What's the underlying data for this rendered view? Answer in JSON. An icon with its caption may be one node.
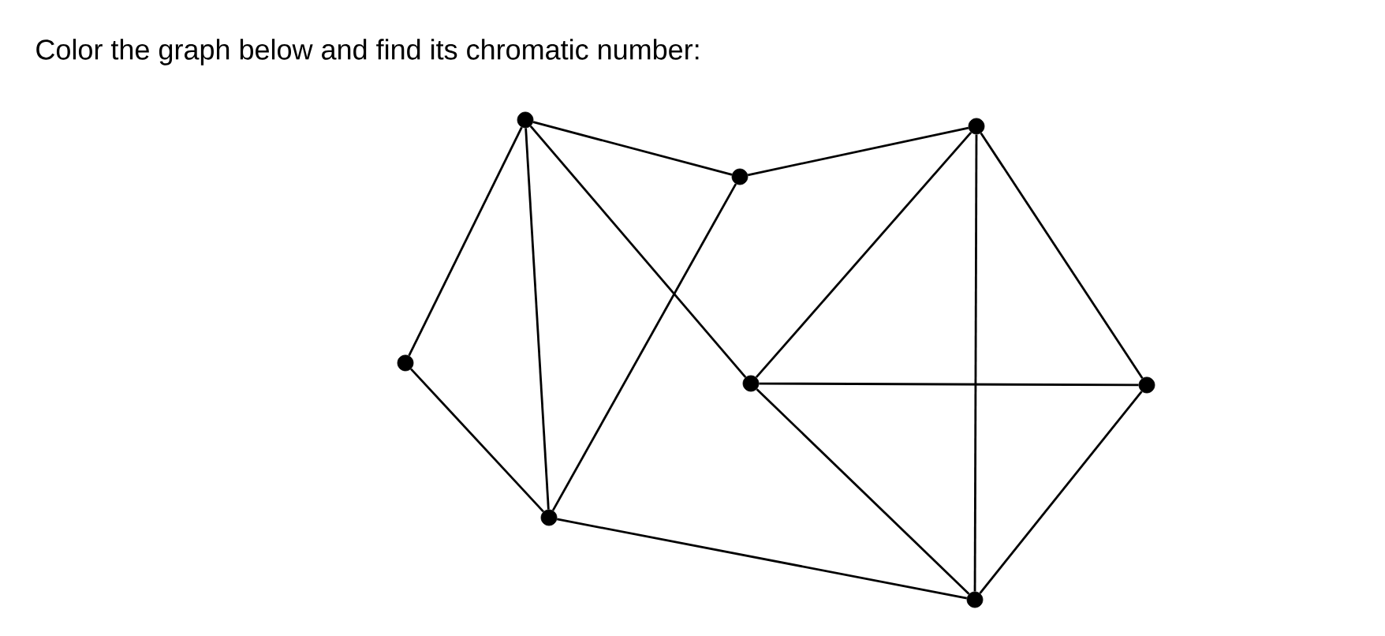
{
  "diagram": {
    "title": "Color the graph below and find its chromatic number:",
    "nodes": [
      {
        "text": [],
        "shape": "circle"
      },
      {
        "text": [],
        "shape": "circle"
      },
      {
        "text": [],
        "shape": "circle"
      },
      {
        "text": [],
        "shape": "circle"
      },
      {
        "text": [],
        "shape": "circle"
      },
      {
        "text": [],
        "shape": "circle"
      },
      {
        "text": [],
        "shape": "circle"
      },
      {
        "text": [],
        "shape": "circle"
      }
    ],
    "edges": [
      {
        "from": 1,
        "to": 3,
        "arrow": "none"
      },
      {
        "from": 1,
        "to": 0,
        "arrow": "none"
      },
      {
        "from": 1,
        "to": 2,
        "arrow": "none"
      },
      {
        "from": 1,
        "to": 4,
        "arrow": "none"
      },
      {
        "from": 3,
        "to": 5,
        "arrow": "none"
      },
      {
        "from": 3,
        "to": 2,
        "arrow": "none"
      },
      {
        "from": 0,
        "to": 2,
        "arrow": "none"
      },
      {
        "from": 5,
        "to": 4,
        "arrow": "none"
      },
      {
        "from": 5,
        "to": 6,
        "arrow": "none"
      },
      {
        "from": 5,
        "to": 7,
        "arrow": "none"
      },
      {
        "from": 4,
        "to": 7,
        "arrow": "none"
      },
      {
        "from": 4,
        "to": 6,
        "arrow": "none"
      },
      {
        "from": 7,
        "to": 6,
        "arrow": "none"
      },
      {
        "from": 2,
        "to": 6,
        "arrow": "none"
      }
    ]
  }
}
